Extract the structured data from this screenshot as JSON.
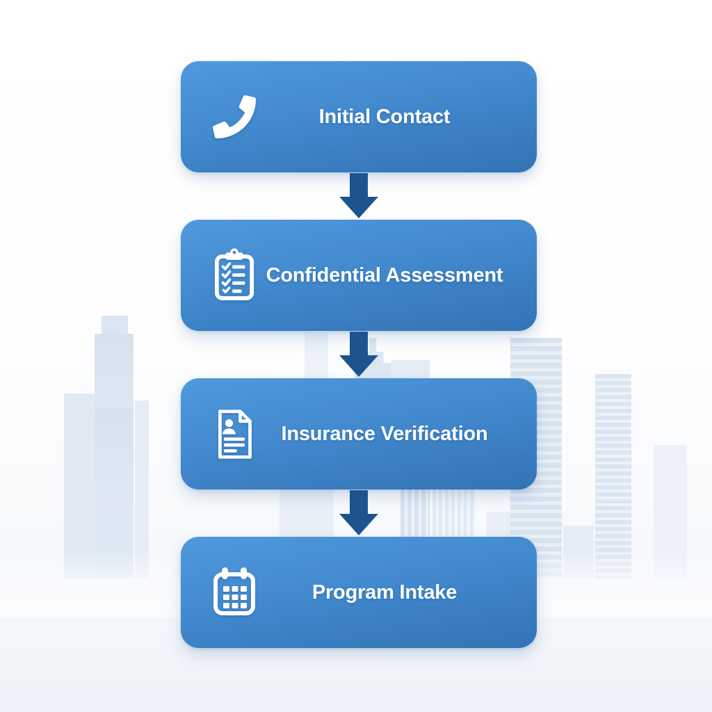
{
  "diagram": {
    "steps": [
      {
        "label": "Initial Contact",
        "icon": "phone-icon"
      },
      {
        "label": "Confidential Assessment",
        "icon": "clipboard-checklist-icon"
      },
      {
        "label": "Insurance Verification",
        "icon": "insurance-document-icon"
      },
      {
        "label": "Program Intake",
        "icon": "calendar-icon"
      }
    ],
    "colors": {
      "box_gradient_top": "#4f99df",
      "box_gradient_bottom": "#3273b4",
      "arrow": "#1d5490",
      "label_text": "#ffffff",
      "icon_accent": "#4088cc",
      "skyline_tint": "#dce6f2",
      "background_bottom": "#eef2f8"
    }
  }
}
